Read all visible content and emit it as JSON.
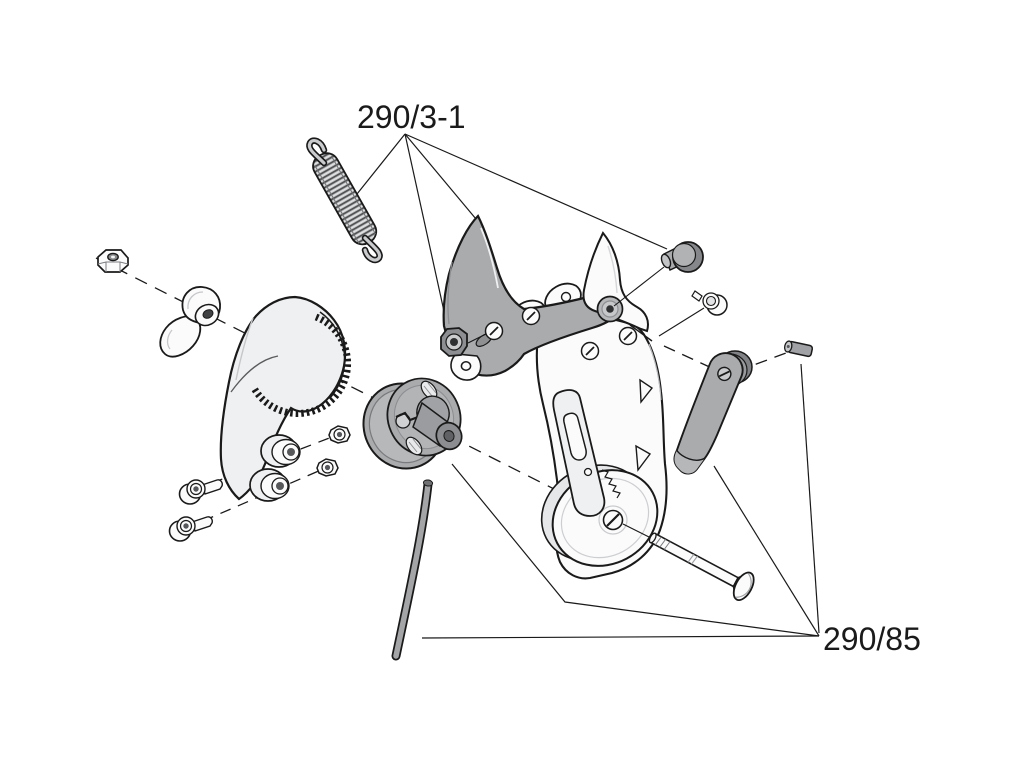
{
  "diagram": {
    "type": "exploded-parts-diagram",
    "labels": {
      "group1": "290/3-1",
      "group2": "290/85"
    },
    "colors": {
      "background": "#ffffff",
      "ink": "#1a1a1a",
      "part_gray": "#a9abad",
      "part_dark": "#7e8083",
      "part_light": "#eff0f1",
      "part_white": "#fbfbfc"
    },
    "parts": [
      "tension-spring",
      "hex-nut",
      "wing-nut",
      "serrated-sector-handle",
      "socket-head-screw",
      "socket-head-screw",
      "flange-nut",
      "flange-nut",
      "pulley-wheel",
      "cable",
      "cutting-blade",
      "counter-blade",
      "ratchet-housing",
      "ratchet-wheel",
      "pivot-pin",
      "pan-head-screw",
      "pawl-lever",
      "roll-pin",
      "carriage-bolt"
    ]
  }
}
